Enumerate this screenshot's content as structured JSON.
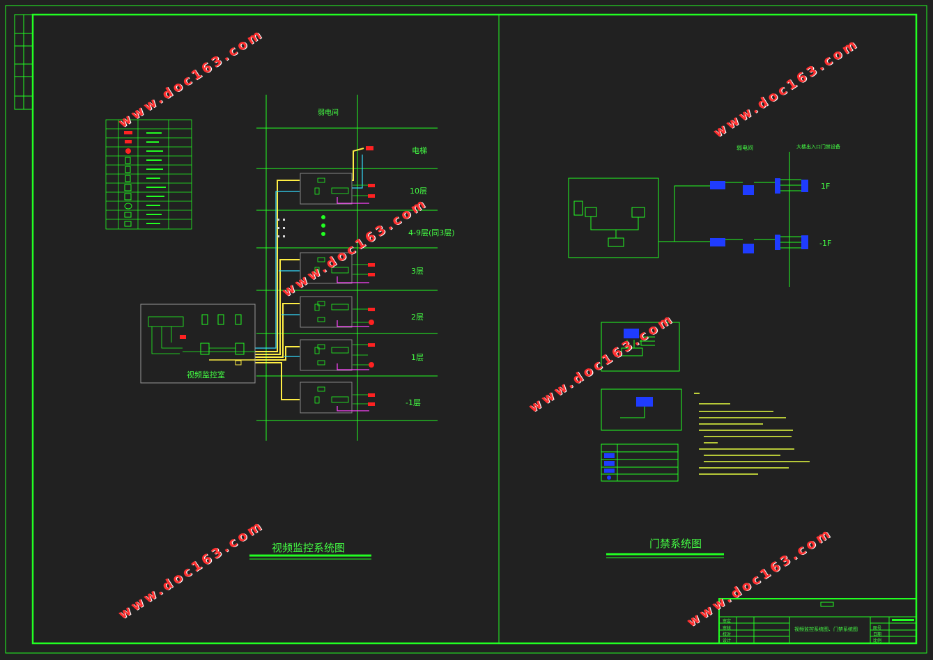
{
  "drawing": {
    "left_title": "视频监控系统图",
    "right_title": "门禁系统图",
    "shaft_label": "弱电间",
    "room_label": "视频监控室",
    "access_shaft_label": "弱电间",
    "entrance_label": "大楼出入口门禁设备",
    "floor_labels": [
      "电梯",
      "10层",
      "4-9层(同3层)",
      "3层",
      "2层",
      "1层",
      "-1层"
    ],
    "access_floors": [
      "1F",
      "-1F"
    ],
    "watermark": "www.doc163.com"
  },
  "title_block": {
    "drawing_name": "视频监控系统图、门禁系统图",
    "rows": [
      "审定",
      "审核",
      "校对",
      "设计"
    ],
    "sheet_labels": [
      "图号",
      "日期",
      "比例"
    ]
  },
  "colors": {
    "background": "#212121",
    "frame": "#22ff22",
    "cable_yellow": "#ffee44",
    "cable_cyan": "#33ddff",
    "cable_magenta": "#ff44ff",
    "device_red": "#ff2222",
    "device_blue": "#1f3cff"
  }
}
